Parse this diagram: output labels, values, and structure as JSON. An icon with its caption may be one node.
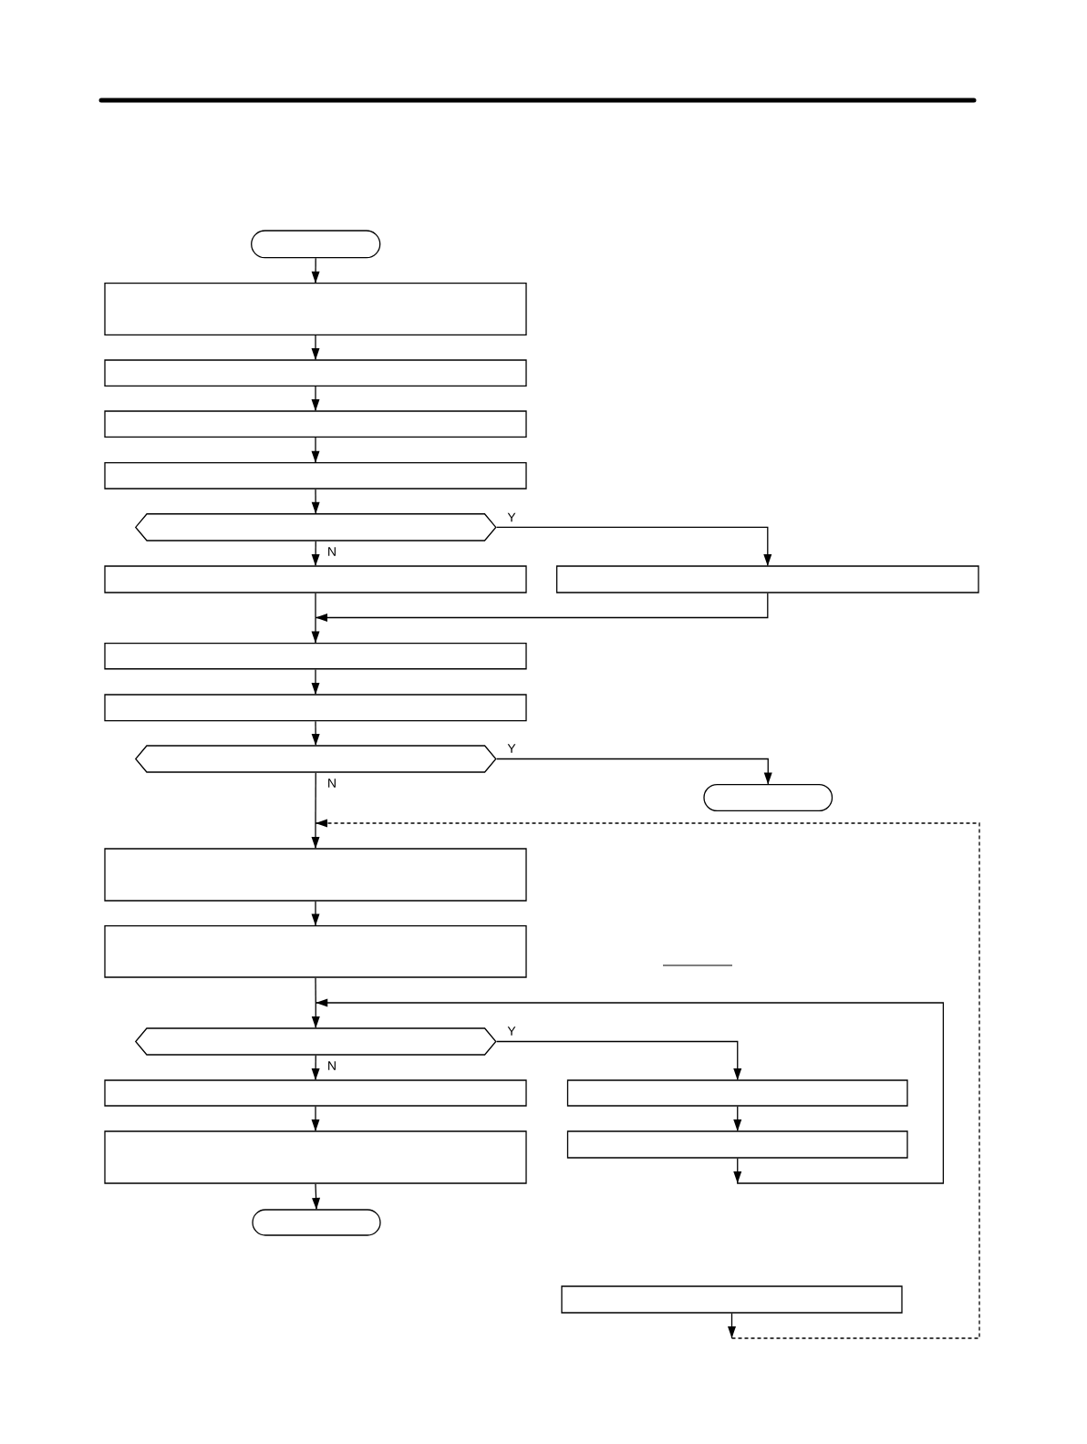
{
  "diagram": {
    "nodes": [
      {
        "text": [],
        "shape": "pill"
      },
      {
        "text": [],
        "shape": "box"
      },
      {
        "text": [],
        "shape": "box"
      },
      {
        "text": [],
        "shape": "box"
      },
      {
        "text": [],
        "shape": "box"
      },
      {
        "text": [],
        "shape": "hexagon"
      },
      {
        "text": [],
        "shape": "box"
      },
      {
        "text": [],
        "shape": "box"
      },
      {
        "text": [],
        "shape": "box"
      },
      {
        "text": [],
        "shape": "box"
      },
      {
        "text": [],
        "shape": "hexagon"
      },
      {
        "text": [],
        "shape": "pill"
      },
      {
        "text": [],
        "shape": "box"
      },
      {
        "text": [],
        "shape": "box"
      },
      {
        "text": [],
        "shape": "hexagon"
      },
      {
        "text": [],
        "shape": "box"
      },
      {
        "text": [],
        "shape": "box"
      },
      {
        "text": [],
        "shape": "box"
      },
      {
        "text": [],
        "shape": "box"
      },
      {
        "text": [],
        "shape": "pill"
      },
      {
        "text": [],
        "shape": "box"
      }
    ],
    "edges": [
      {
        "from": 0,
        "to": 1,
        "arrow": "to"
      },
      {
        "from": 1,
        "to": 2,
        "arrow": "to"
      },
      {
        "from": 2,
        "to": 3,
        "arrow": "to"
      },
      {
        "from": 3,
        "to": 4,
        "arrow": "to"
      },
      {
        "from": 4,
        "to": 5,
        "arrow": "to"
      },
      {
        "from": 5,
        "to": 6,
        "arrow": "to",
        "label": "N"
      },
      {
        "from": 5,
        "to": 7,
        "arrow": "to",
        "label": "Y"
      },
      {
        "from": 6,
        "to": 8,
        "arrow": "to"
      },
      {
        "from": 7,
        "to": 8,
        "arrow": "to"
      },
      {
        "from": 8,
        "to": 9,
        "arrow": "to"
      },
      {
        "from": 9,
        "to": 10,
        "arrow": "to"
      },
      {
        "from": 10,
        "to": 12,
        "arrow": "to",
        "label": "N"
      },
      {
        "from": 10,
        "to": 11,
        "arrow": "to",
        "label": "Y"
      },
      {
        "from": 20,
        "to": 12,
        "arrow": "to",
        "style": "dashed"
      },
      {
        "from": 12,
        "to": 13,
        "arrow": "to"
      },
      {
        "from": 13,
        "to": 14,
        "arrow": "to"
      },
      {
        "from": 18,
        "to": 14,
        "arrow": "to"
      },
      {
        "from": 14,
        "to": 15,
        "arrow": "to",
        "label": "N"
      },
      {
        "from": 14,
        "to": 16,
        "arrow": "to",
        "label": "Y"
      },
      {
        "from": 15,
        "to": 17,
        "arrow": "to"
      },
      {
        "from": 16,
        "to": 18,
        "arrow": "to"
      },
      {
        "from": 17,
        "to": 19,
        "arrow": "to"
      }
    ]
  }
}
